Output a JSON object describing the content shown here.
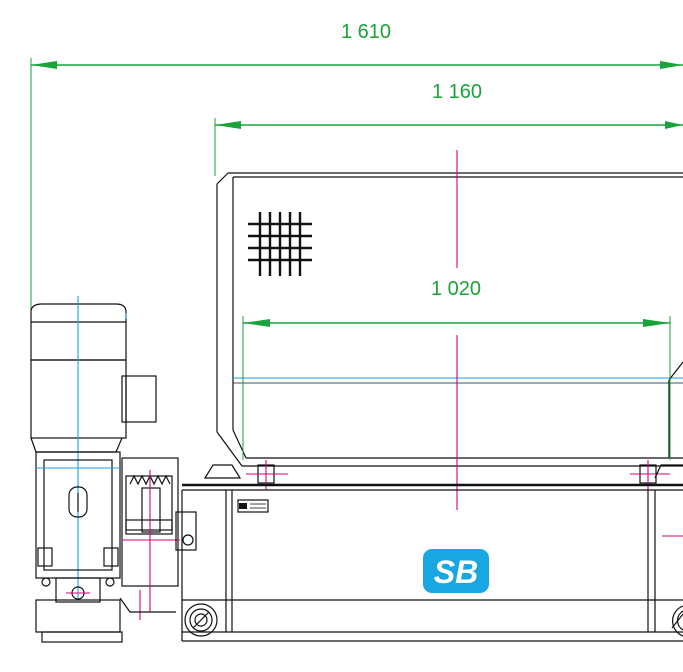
{
  "dimensions": {
    "overall_width": "1 610",
    "hopper_width": "1 160",
    "inner_width": "1 020"
  },
  "logo": {
    "text": "SB",
    "color": "#18a7e0"
  },
  "colors": {
    "dimension": "#1aa33a",
    "axis_magenta": "#d6007a",
    "axis_cyan": "#1e9fe0",
    "outline": "#111111"
  }
}
